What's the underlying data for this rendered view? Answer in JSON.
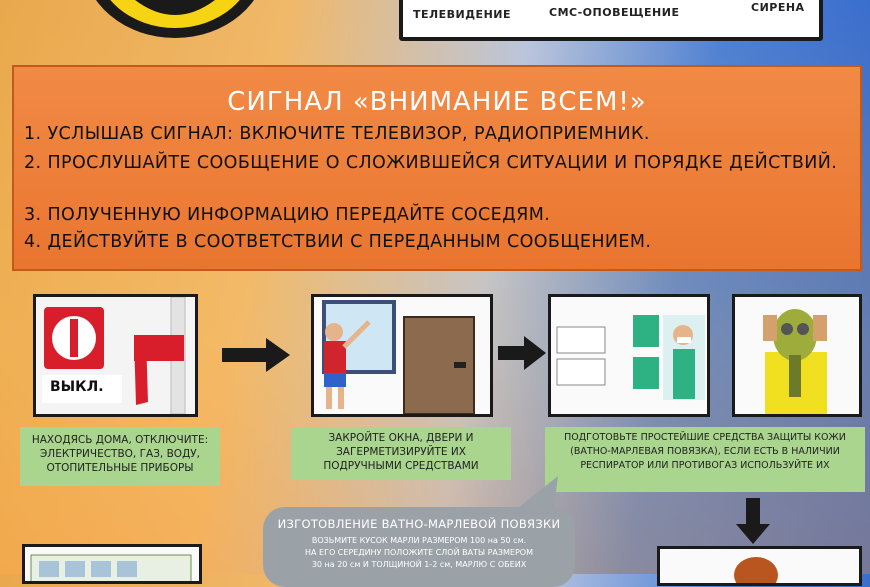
{
  "top_box": {
    "items": [
      "ТЕЛЕВИДЕНИЕ",
      "СМС-ОПОВЕЩЕНИЕ",
      "СИРЕНА"
    ]
  },
  "alert": {
    "title": "СИГНАЛ «ВНИМАНИЕ ВСЕМ!»",
    "steps": [
      "1. УСЛЫШАВ СИГНАЛ: ВКЛЮЧИТЕ ТЕЛЕВИЗОР, РАДИОПРИЕМНИК.",
      "2. ПРОСЛУШАЙТЕ СООБЩЕНИЕ О СЛОЖИВШЕЙСЯ СИТУАЦИИ И ПОРЯДКЕ ДЕЙСТВИЙ.",
      "3. ПОЛУЧЕННУЮ ИНФОРМАЦИЮ ПЕРЕДАЙТЕ СОСЕДЯМ.",
      "4. ДЕЙСТВУЙТЕ В СООТВЕТСТВИИ С ПЕРЕДАННЫМ СООБЩЕНИЕМ."
    ]
  },
  "pictures": {
    "switch_label": "ВЫКЛ."
  },
  "captions": {
    "utilities": [
      "НАХОДЯСЬ ДОМА, ОТКЛЮЧИТЕ:",
      "ЭЛЕКТРИЧЕСТВО, ГАЗ, ВОДУ,",
      "ОТОПИТЕЛЬНЫЕ ПРИБОРЫ"
    ],
    "seal": [
      "ЗАКРОЙТЕ ОКНА, ДВЕРИ И",
      "ЗАГЕРМЕТИЗИРУЙТЕ ИХ",
      "ПОДРУЧНЫМИ СРЕДСТВАМИ"
    ],
    "protection": [
      "ПОДГОТОВЬТЕ ПРОСТЕЙШИЕ СРЕДСТВА ЗАЩИТЫ КОЖИ",
      "(ВАТНО-МАРЛЕВАЯ ПОВЯЗКА), ЕСЛИ ЕСТЬ В НАЛИЧИИ",
      "РЕСПИРАТОР ИЛИ ПРОТИВОГАЗ ИСПОЛЬЗУЙТЕ ИХ"
    ]
  },
  "bubble": {
    "title": "ИЗГОТОВЛЕНИЕ ВАТНО-МАРЛЕВОЙ ПОВЯЗКИ",
    "lines": [
      "ВОЗЬМИТЕ КУСОК МАРЛИ РАЗМЕРОМ 100 на 50 см.",
      "НА ЕГО СЕРЕДИНУ ПОЛОЖИТЕ СЛОЙ ВАТЫ РАЗМЕРОМ",
      "30 на 20 см И ТОЛЩИНОЙ 1-2 см, МАРЛЮ С ОБЕИХ"
    ]
  },
  "colors": {
    "panel": "#e9752f",
    "caption_green": "#a9d58e",
    "bubble_gray": "#9aa2a8"
  }
}
